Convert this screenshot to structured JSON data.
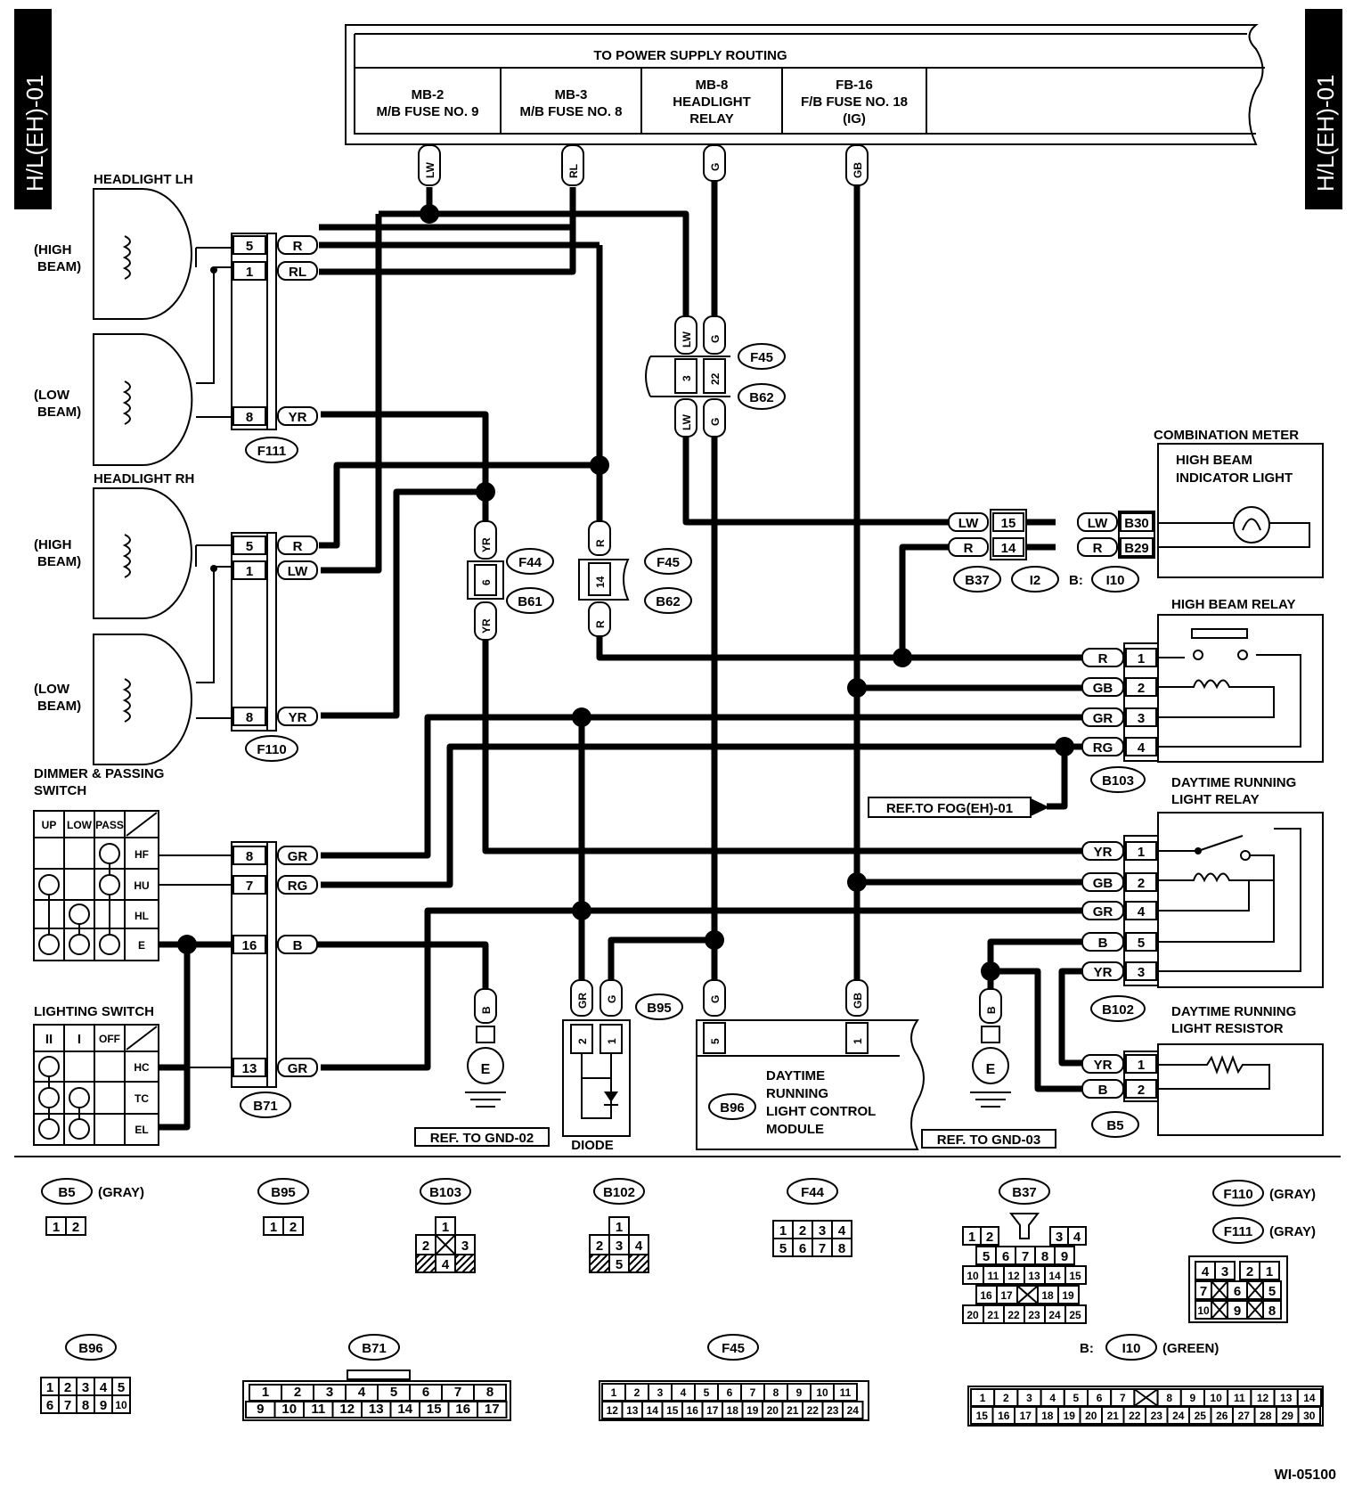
{
  "page_tag": "H/L(EH)-01",
  "figure_id": "WI-05100",
  "power_supply": {
    "title": "TO POWER SUPPLY ROUTING",
    "cells": [
      {
        "l1": "MB-2",
        "l2": "M/B FUSE NO. 9",
        "l3": ""
      },
      {
        "l1": "MB-3",
        "l2": "M/B FUSE NO. 8",
        "l3": ""
      },
      {
        "l1": "MB-8",
        "l2": "HEADLIGHT",
        "l3": "RELAY"
      },
      {
        "l1": "FB-16",
        "l2": "F/B FUSE NO. 18",
        "l3": "(IG)"
      }
    ],
    "wires": [
      "LW",
      "RL",
      "G",
      "GB"
    ]
  },
  "headlight_lh": {
    "title": "HEADLIGHT LH",
    "high": "(HIGH",
    "high2": "BEAM)",
    "low": "(LOW",
    "low2": "BEAM)",
    "pins": [
      "5",
      "1",
      "8"
    ],
    "wires": [
      "R",
      "RL",
      "YR"
    ],
    "connector": "F111"
  },
  "headlight_rh": {
    "title": "HEADLIGHT RH",
    "high": "(HIGH",
    "high2": "BEAM)",
    "low": "(LOW",
    "low2": "BEAM)",
    "pins": [
      "5",
      "1",
      "8"
    ],
    "wires": [
      "R",
      "LW",
      "YR"
    ],
    "connector": "F110"
  },
  "f45b62": {
    "wires_top": [
      "LW",
      "G"
    ],
    "pins": [
      "3",
      "22"
    ],
    "wires_bot": [
      "LW",
      "G"
    ],
    "tags": [
      "F45",
      "B62"
    ]
  },
  "f44b61": {
    "wire_top": "YR",
    "pin": "6",
    "wire_bot": "YR",
    "tags": [
      "F44",
      "B61"
    ]
  },
  "f45b62b": {
    "wire_top": "R",
    "pin": "14",
    "wire_bot": "R",
    "tags": [
      "F45",
      "B62"
    ]
  },
  "combination_meter": {
    "title": "COMBINATION METER",
    "sub1": "HIGH BEAM",
    "sub2": "INDICATOR LIGHT",
    "left_wires": [
      "LW",
      "R"
    ],
    "pins": [
      "15",
      "14"
    ],
    "right_wires": [
      "LW",
      "R"
    ],
    "meter_pins": [
      "B30",
      "B29"
    ],
    "tags": [
      "B37",
      "I2",
      "B:",
      "I10"
    ]
  },
  "high_beam_relay": {
    "title": "HIGH BEAM RELAY",
    "wires": [
      "R",
      "GB",
      "GR",
      "RG"
    ],
    "pins": [
      "1",
      "2",
      "3",
      "4"
    ],
    "tag": "B103"
  },
  "fog_ref": "REF.TO FOG(EH)-01",
  "drl_relay": {
    "title1": "DAYTIME RUNNING",
    "title2": "LIGHT RELAY",
    "wires": [
      "YR",
      "GB",
      "GR",
      "B",
      "YR"
    ],
    "pins": [
      "1",
      "2",
      "4",
      "5",
      "3"
    ],
    "tag": "B102"
  },
  "drl_resistor": {
    "title1": "DAYTIME RUNNING",
    "title2": "LIGHT RESISTOR",
    "wires": [
      "YR",
      "B"
    ],
    "pins": [
      "1",
      "2"
    ],
    "tag": "B5"
  },
  "dimmer_switch": {
    "title1": "DIMMER & PASSING",
    "title2": "SWITCH",
    "cols": [
      "UP",
      "LOW",
      "PASS"
    ],
    "rows": [
      "HF",
      "HU",
      "HL",
      "E"
    ]
  },
  "lighting_switch": {
    "title": "LIGHTING SWITCH",
    "cols": [
      "II",
      "I",
      "OFF"
    ],
    "rows": [
      "HC",
      "TC",
      "EL"
    ]
  },
  "b71": {
    "pins": [
      "8",
      "7",
      "16",
      "13"
    ],
    "wires": [
      "GR",
      "RG",
      "B",
      "GR"
    ],
    "tag": "B71"
  },
  "ground1": {
    "wire": "B",
    "label": "E",
    "ref": "REF. TO GND-02"
  },
  "ground2": {
    "wire": "B",
    "label": "E",
    "ref": "REF. TO GND-03"
  },
  "diode": {
    "wires": [
      "GR",
      "G"
    ],
    "pins": [
      "2",
      "1"
    ],
    "tag": "B95",
    "label": "DIODE"
  },
  "drl_module": {
    "wires": [
      "G",
      "GB"
    ],
    "pins": [
      "5",
      "1"
    ],
    "tag": "B96",
    "l1": "DAYTIME",
    "l2": "RUNNING",
    "l3": "LIGHT CONTROL",
    "l4": "MODULE"
  },
  "connectors": {
    "b5": {
      "tag": "B5",
      "note": "(GRAY)",
      "r1": [
        "1",
        "2"
      ]
    },
    "b95": {
      "tag": "B95",
      "r1": [
        "1",
        "2"
      ]
    },
    "b103": {
      "tag": "B103",
      "r1": [
        "1"
      ],
      "r2": [
        "2",
        "",
        "3"
      ],
      "r3": [
        "4"
      ]
    },
    "b102": {
      "tag": "B102",
      "r1": [
        "1"
      ],
      "r2": [
        "2",
        "3",
        "4"
      ],
      "r3": [
        "5"
      ]
    },
    "f44": {
      "tag": "F44",
      "r1": [
        "1",
        "2",
        "3",
        "4"
      ],
      "r2": [
        "5",
        "6",
        "7",
        "8"
      ]
    },
    "b37": {
      "tag": "B37",
      "r1": [
        "1",
        "2",
        "",
        "3",
        "4"
      ],
      "r2": [
        "5",
        "6",
        "7",
        "8",
        "9"
      ],
      "r3": [
        "10",
        "11",
        "12",
        "13",
        "14",
        "15"
      ],
      "r4": [
        "16",
        "17",
        "",
        "18",
        "19"
      ],
      "r5": [
        "20",
        "21",
        "22",
        "23",
        "24",
        "25"
      ]
    },
    "f110": {
      "tag": "F110",
      "note": "(GRAY)"
    },
    "f111": {
      "tag": "F111",
      "note": "(GRAY)",
      "r1": [
        "4",
        "3",
        "2",
        "1"
      ],
      "r2": [
        "7",
        "",
        "6",
        "",
        "5"
      ],
      "r3": [
        "10",
        "",
        "9",
        "",
        "8"
      ]
    },
    "b96": {
      "tag": "B96",
      "r1": [
        "1",
        "2",
        "3",
        "4",
        "5"
      ],
      "r2": [
        "6",
        "7",
        "8",
        "9",
        "10"
      ]
    },
    "b71": {
      "tag": "B71",
      "r1": [
        "1",
        "2",
        "3",
        "4",
        "5",
        "6",
        "7",
        "8"
      ],
      "r2": [
        "9",
        "10",
        "11",
        "12",
        "13",
        "14",
        "15",
        "16",
        "17"
      ]
    },
    "f45": {
      "tag": "F45",
      "r1": [
        "1",
        "2",
        "3",
        "4",
        "5",
        "6",
        "7",
        "8",
        "9",
        "10",
        "11"
      ],
      "r2": [
        "12",
        "13",
        "14",
        "15",
        "16",
        "17",
        "18",
        "19",
        "20",
        "21",
        "22",
        "23",
        "24"
      ]
    },
    "i10": {
      "prefix": "B:",
      "tag": "I10",
      "note": "(GREEN)",
      "r1": [
        "1",
        "2",
        "3",
        "4",
        "5",
        "6",
        "7",
        "",
        "8",
        "9",
        "10",
        "11",
        "12",
        "13",
        "14"
      ],
      "r2": [
        "15",
        "16",
        "17",
        "18",
        "19",
        "20",
        "21",
        "22",
        "23",
        "24",
        "25",
        "26",
        "27",
        "28",
        "29",
        "30"
      ]
    }
  }
}
